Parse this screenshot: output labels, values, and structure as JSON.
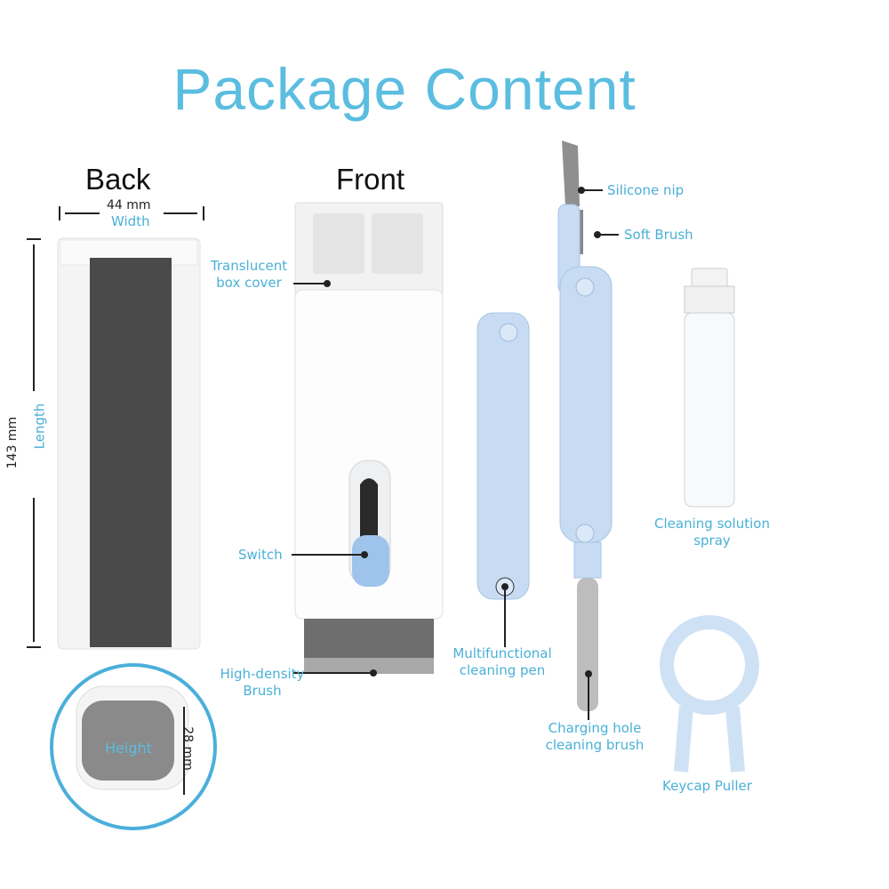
{
  "title": "Package Content",
  "headings": {
    "back": "Back",
    "front": "Front"
  },
  "dimensions": {
    "width_value": "44 mm",
    "width_label": "Width",
    "length_value": "143 mm",
    "length_label": "Length",
    "height_value": "28 mm",
    "height_label": "Height"
  },
  "labels": {
    "translucent_cover": [
      "Translucent",
      "box cover"
    ],
    "switch": "Switch",
    "brush": [
      "High-density",
      "Brush"
    ],
    "pen": [
      "Multifunctional",
      "cleaning pen"
    ],
    "silicone_nip": "Silicone nip",
    "soft_brush": "Soft Brush",
    "spray": [
      "Cleaning solution",
      "spray"
    ],
    "charging_brush": [
      "Charging hole",
      "cleaning brush"
    ],
    "keycap_puller": "Keycap Puller"
  },
  "colors": {
    "accent": "#5bbde0",
    "pen_blue": "#c7dcf3",
    "sponge": "#4a4a4a"
  }
}
